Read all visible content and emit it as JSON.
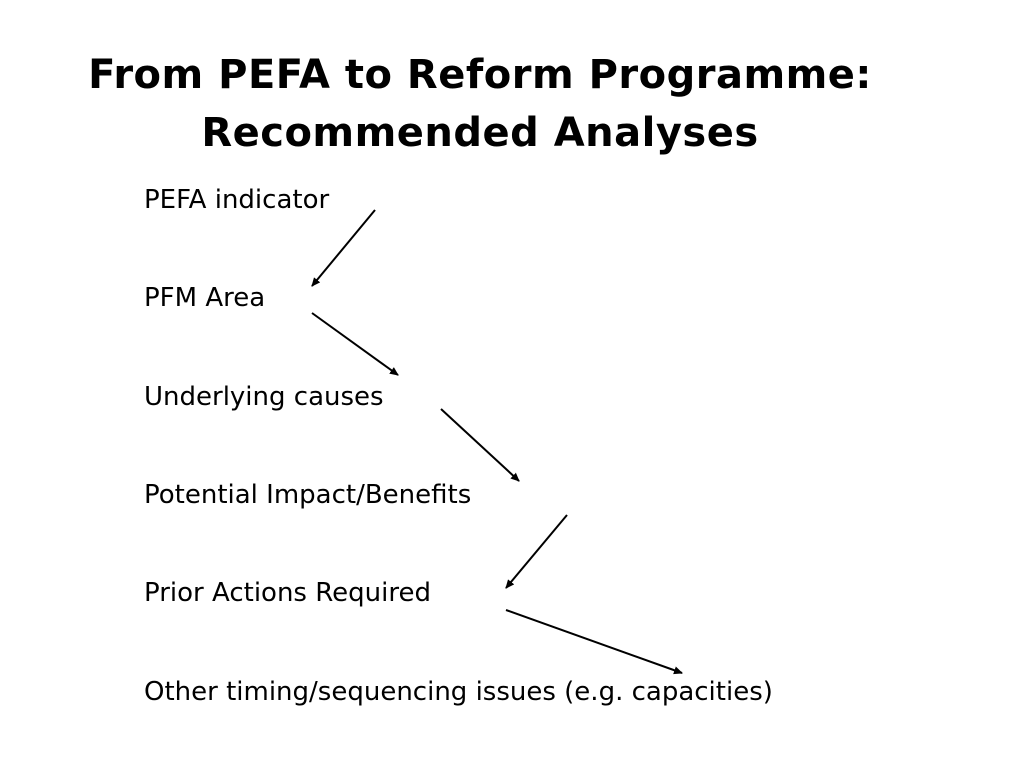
{
  "slide": {
    "title_line1": "From PEFA to Reform Programme:",
    "title_line2": "Recommended Analyses",
    "items": [
      "PEFA indicator",
      "PFM Area",
      "Underlying causes",
      "Potential Impact/Benefits",
      "Prior Actions Required",
      "Other timing/sequencing issues (e.g. capacities)"
    ]
  }
}
